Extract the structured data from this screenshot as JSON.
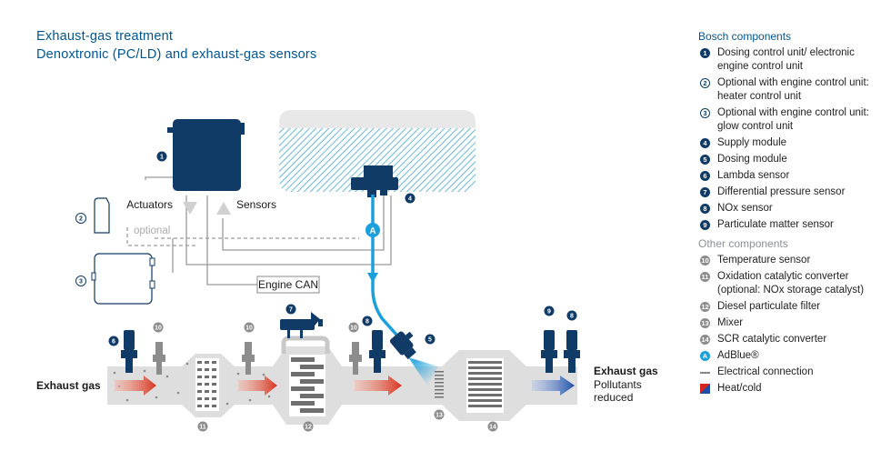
{
  "title": {
    "line1": "Exhaust-gas treatment",
    "line2": "Denoxtronic (PC/LD) and exhaust-gas sensors"
  },
  "diagram": {
    "actuators_label": "Actuators",
    "sensors_label": "Sensors",
    "optional_label": "optional",
    "engine_can_label": "Engine CAN",
    "exhaust_in_label": "Exhaust gas",
    "exhaust_out_label": "Exhaust gas",
    "pollutants_line1": "Pollutants",
    "pollutants_line2": "reduced",
    "adblue_marker": "A",
    "callouts": {
      "n1": "1",
      "n2": "2",
      "n3": "3",
      "n4": "4",
      "n5": "5",
      "n6": "6",
      "n7": "7",
      "n8": "8",
      "n9": "9",
      "n10": "10",
      "n11": "11",
      "n12": "12",
      "n13": "13",
      "n14": "14"
    },
    "colors": {
      "bosch_blue": "#0f3b66",
      "adblue": "#1aa0dc",
      "hot": "#d9331f",
      "cold": "#1f4fa8",
      "tank_fill": "#bfe3f3",
      "pipe_grey": "#dedede"
    }
  },
  "legend": {
    "bosch_heading": "Bosch components",
    "bosch_items": [
      {
        "num": "1",
        "style": "solid",
        "text": "Dosing control unit/ electronic engine control unit"
      },
      {
        "num": "2",
        "style": "ring",
        "text": "Optional with engine control unit: heater control unit"
      },
      {
        "num": "3",
        "style": "ring",
        "text": "Optional with engine control unit: glow control unit"
      },
      {
        "num": "4",
        "style": "solid",
        "text": "Supply module"
      },
      {
        "num": "5",
        "style": "solid",
        "text": "Dosing module"
      },
      {
        "num": "6",
        "style": "solid",
        "text": "Lambda sensor"
      },
      {
        "num": "7",
        "style": "solid",
        "text": "Differential pressure sensor"
      },
      {
        "num": "8",
        "style": "solid",
        "text": "NOx sensor"
      },
      {
        "num": "9",
        "style": "solid",
        "text": "Particulate matter sensor"
      }
    ],
    "other_heading": "Other components",
    "other_items": [
      {
        "num": "10",
        "text": "Temperature sensor"
      },
      {
        "num": "11",
        "text": "Oxidation catalytic converter (optional: NOx storage catalyst)"
      },
      {
        "num": "12",
        "text": "Diesel particulate filter"
      },
      {
        "num": "13",
        "text": "Mixer"
      },
      {
        "num": "14",
        "text": "SCR catalytic converter"
      }
    ],
    "symbols": {
      "adblue_num": "A",
      "adblue_text": "AdBlue®",
      "electrical_text": "Electrical connection",
      "heat_text": "Heat/cold"
    }
  }
}
